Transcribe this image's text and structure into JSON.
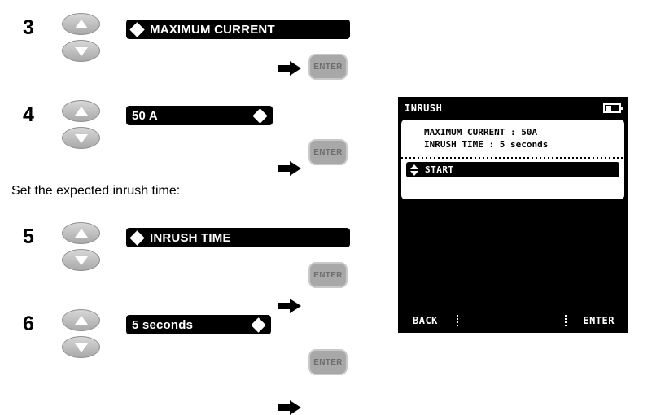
{
  "document": {
    "instruction_text": "Set the expected inrush time:"
  },
  "steps": [
    {
      "number": "3",
      "menu_label": "MAXIMUM CURRENT",
      "diamond_side": "left",
      "enter_label": "ENTER"
    },
    {
      "number": "4",
      "menu_label": "50 A",
      "diamond_side": "right",
      "enter_label": "ENTER"
    },
    {
      "number": "5",
      "menu_label": "INRUSH TIME",
      "diamond_side": "left",
      "enter_label": "ENTER"
    },
    {
      "number": "6",
      "menu_label": "5 seconds",
      "diamond_side": "right",
      "enter_label": "ENTER"
    }
  ],
  "device_screen": {
    "title": "INRUSH",
    "battery_icon": "battery-icon",
    "info_lines": [
      "MAXIMUM CURRENT : 50A",
      "INRUSH TIME : 5 seconds"
    ],
    "selected_item": "START",
    "softkeys": {
      "left": "BACK",
      "right": "ENTER"
    }
  },
  "colors": {
    "menu_bar_bg": "#000000",
    "menu_bar_text": "#ffffff",
    "key_face": "#a8a8a8",
    "key_border": "#c9c9c9",
    "key_text": "#6e6e6e",
    "rocker_face": "#c2c2c2",
    "lcd_bg": "#000000",
    "lcd_panel_bg": "#ffffff"
  }
}
